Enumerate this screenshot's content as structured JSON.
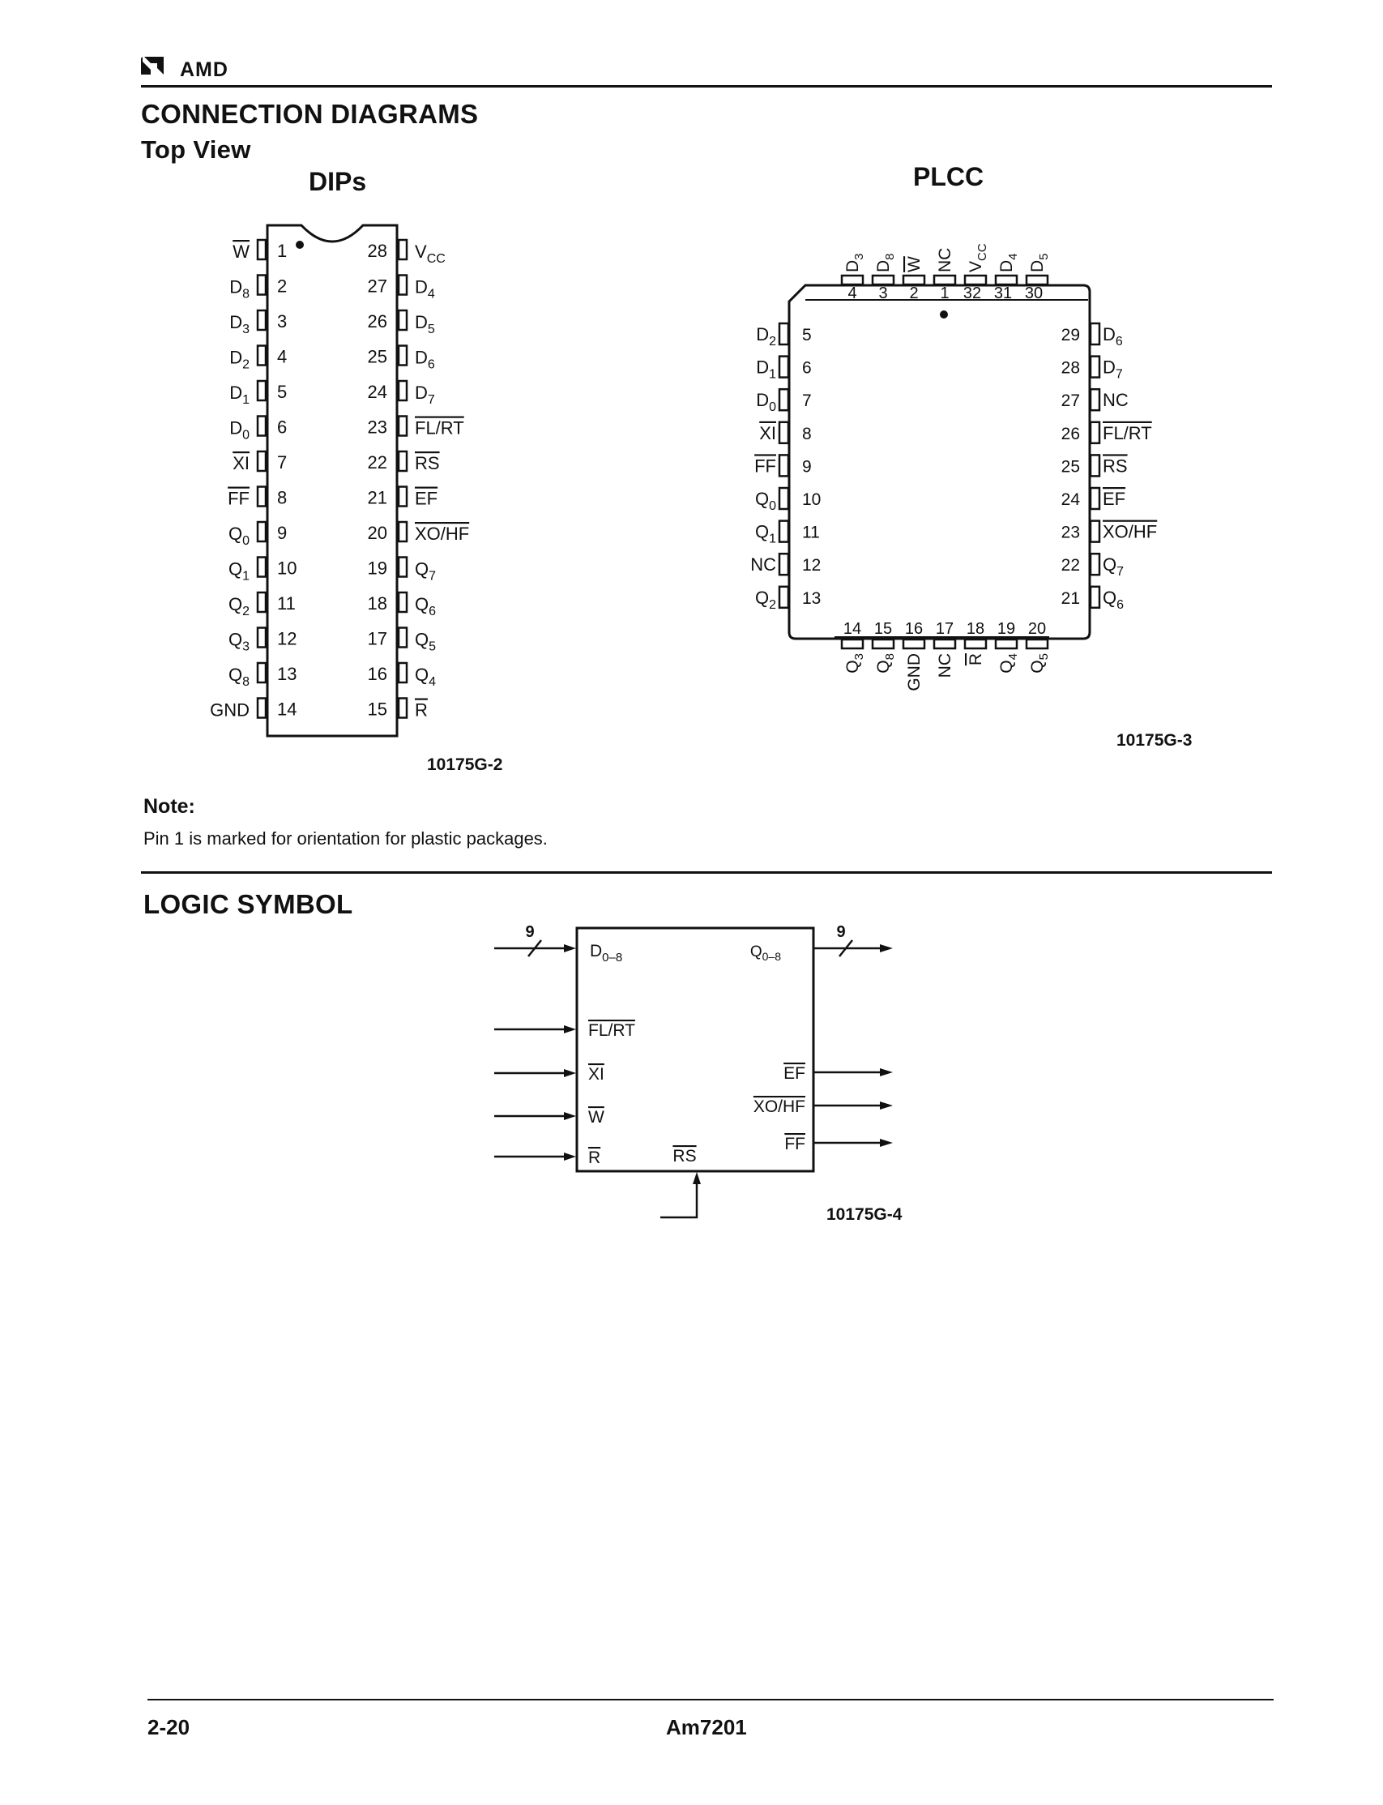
{
  "header": {
    "brand": "AMD"
  },
  "section1": {
    "title": "CONNECTION DIAGRAMS",
    "subtitle": "Top View"
  },
  "dip": {
    "title": "DIPs",
    "fig_id": "10175G-2",
    "pins": [
      {
        "n": "1",
        "name": "W",
        "bar": true
      },
      {
        "n": "2",
        "name": "D",
        "sub": "8"
      },
      {
        "n": "3",
        "name": "D",
        "sub": "3"
      },
      {
        "n": "4",
        "name": "D",
        "sub": "2"
      },
      {
        "n": "5",
        "name": "D",
        "sub": "1"
      },
      {
        "n": "6",
        "name": "D",
        "sub": "0"
      },
      {
        "n": "7",
        "name": "XI",
        "bar": true
      },
      {
        "n": "8",
        "name": "FF",
        "bar": true
      },
      {
        "n": "9",
        "name": "Q",
        "sub": "0"
      },
      {
        "n": "10",
        "name": "Q",
        "sub": "1"
      },
      {
        "n": "11",
        "name": "Q",
        "sub": "2"
      },
      {
        "n": "12",
        "name": "Q",
        "sub": "3"
      },
      {
        "n": "13",
        "name": "Q",
        "sub": "8"
      },
      {
        "n": "14",
        "name": "GND"
      },
      {
        "n": "15",
        "name": "R",
        "bar": true
      },
      {
        "n": "16",
        "name": "Q",
        "sub": "4"
      },
      {
        "n": "17",
        "name": "Q",
        "sub": "5"
      },
      {
        "n": "18",
        "name": "Q",
        "sub": "6"
      },
      {
        "n": "19",
        "name": "Q",
        "sub": "7"
      },
      {
        "n": "20",
        "name": "XO/HF",
        "bar": true
      },
      {
        "n": "21",
        "name": "EF",
        "bar": true
      },
      {
        "n": "22",
        "name": "RS",
        "bar": true
      },
      {
        "n": "23",
        "name": "FL/RT",
        "bar": true
      },
      {
        "n": "24",
        "name": "D",
        "sub": "7"
      },
      {
        "n": "25",
        "name": "D",
        "sub": "6"
      },
      {
        "n": "26",
        "name": "D",
        "sub": "5"
      },
      {
        "n": "27",
        "name": "D",
        "sub": "4"
      },
      {
        "n": "28",
        "name": "V",
        "sub": "CC"
      }
    ]
  },
  "plcc": {
    "title": "PLCC",
    "fig_id": "10175G-3",
    "top_pins": [
      {
        "n": "4",
        "name": "D",
        "sub": "3"
      },
      {
        "n": "3",
        "name": "D",
        "sub": "8"
      },
      {
        "n": "2",
        "name": "W",
        "bar": true
      },
      {
        "n": "1",
        "name": "NC"
      },
      {
        "n": "32",
        "name": "V",
        "sub": "CC"
      },
      {
        "n": "31",
        "name": "D",
        "sub": "4"
      },
      {
        "n": "30",
        "name": "D",
        "sub": "5"
      }
    ],
    "left_pins": [
      {
        "n": "5",
        "name": "D",
        "sub": "2"
      },
      {
        "n": "6",
        "name": "D",
        "sub": "1"
      },
      {
        "n": "7",
        "name": "D",
        "sub": "0"
      },
      {
        "n": "8",
        "name": "XI",
        "bar": true
      },
      {
        "n": "9",
        "name": "FF",
        "bar": true
      },
      {
        "n": "10",
        "name": "Q",
        "sub": "0"
      },
      {
        "n": "11",
        "name": "Q",
        "sub": "1"
      },
      {
        "n": "12",
        "name": "NC"
      },
      {
        "n": "13",
        "name": "Q",
        "sub": "2"
      }
    ],
    "right_pins": [
      {
        "n": "29",
        "name": "D",
        "sub": "6"
      },
      {
        "n": "28",
        "name": "D",
        "sub": "7"
      },
      {
        "n": "27",
        "name": "NC"
      },
      {
        "n": "26",
        "name": "FL/RT",
        "bar": true
      },
      {
        "n": "25",
        "name": "RS",
        "bar": true
      },
      {
        "n": "24",
        "name": "EF",
        "bar": true
      },
      {
        "n": "23",
        "name": "XO/HF",
        "bar": true
      },
      {
        "n": "22",
        "name": "Q",
        "sub": "7"
      },
      {
        "n": "21",
        "name": "Q",
        "sub": "6"
      }
    ],
    "bottom_pins": [
      {
        "n": "14",
        "name": "Q",
        "sub": "3"
      },
      {
        "n": "15",
        "name": "Q",
        "sub": "8"
      },
      {
        "n": "16",
        "name": "GND"
      },
      {
        "n": "17",
        "name": "NC"
      },
      {
        "n": "18",
        "name": "R",
        "bar": true
      },
      {
        "n": "19",
        "name": "Q",
        "sub": "4"
      },
      {
        "n": "20",
        "name": "Q",
        "sub": "5"
      }
    ]
  },
  "note": {
    "title": "Note:",
    "text": "Pin 1 is marked for orientation for plastic packages."
  },
  "section2": {
    "title": "LOGIC SYMBOL"
  },
  "logic": {
    "fig_id": "10175G-4",
    "bus_width": "9",
    "inputs": {
      "data": {
        "name": "D",
        "sub": "0–8"
      },
      "fl_rt": {
        "name": "FL/RT",
        "bar": true
      },
      "xi": {
        "name": "XI",
        "bar": true
      },
      "w": {
        "name": "W",
        "bar": true
      },
      "r": {
        "name": "R",
        "bar": true
      },
      "rs": {
        "name": "RS",
        "bar": true
      }
    },
    "outputs": {
      "data": {
        "name": "Q",
        "sub": "0–8"
      },
      "ef": {
        "name": "EF",
        "bar": true
      },
      "xo_hf": {
        "name": "XO/HF",
        "bar": true
      },
      "ff": {
        "name": "FF",
        "bar": true
      }
    }
  },
  "footer": {
    "page": "2-20",
    "part": "Am7201"
  }
}
